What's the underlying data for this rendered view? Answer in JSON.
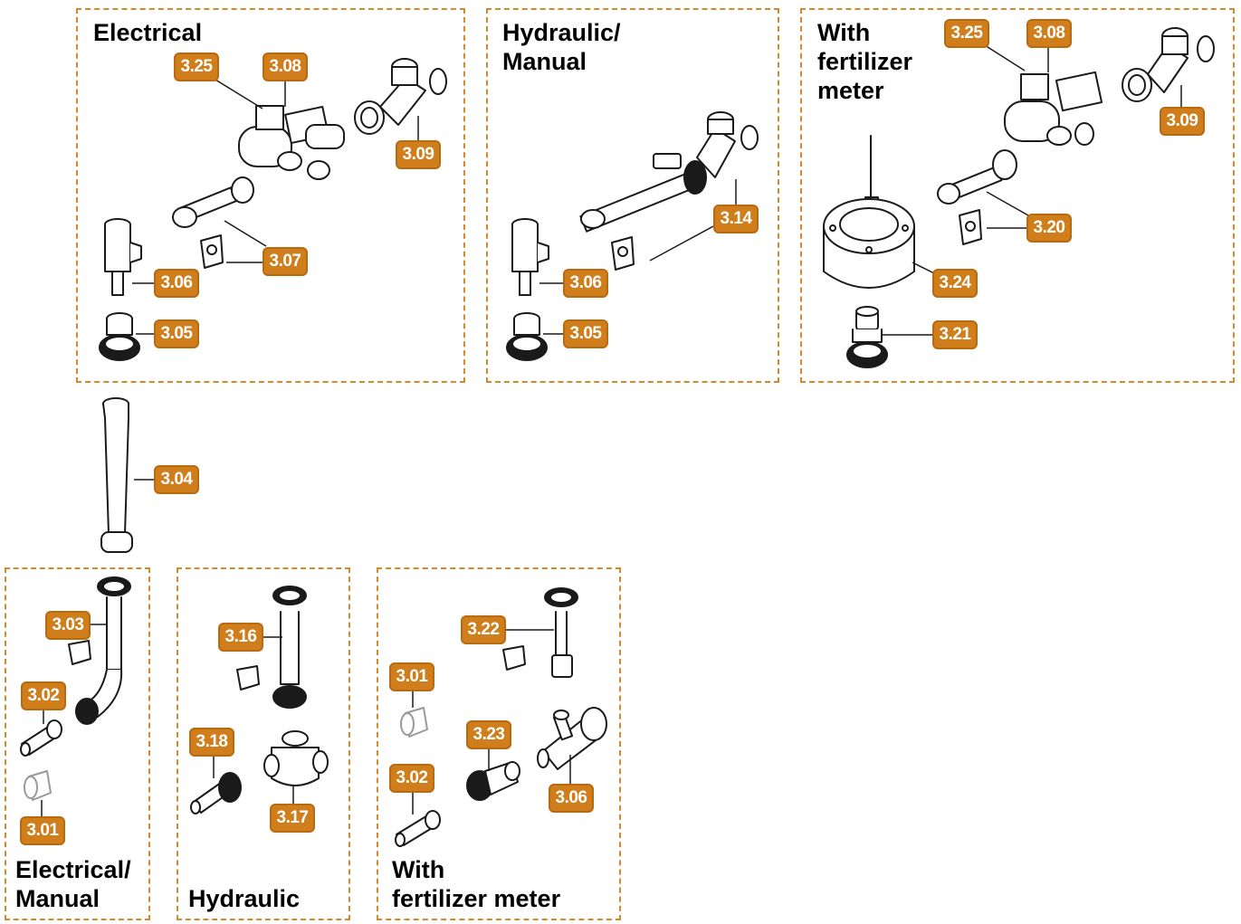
{
  "panels": {
    "electrical": {
      "title": "Electrical"
    },
    "hydraulic_manual": {
      "title": "Hydraulic/\nManual"
    },
    "with_fertilizer_meter_top": {
      "title": "With\nfertilizer\nmeter"
    },
    "electrical_manual": {
      "title": "Electrical/\nManual"
    },
    "hydraulic": {
      "title": "Hydraulic"
    },
    "with_fertilizer_meter_bottom": {
      "title": "With\nfertilizer meter"
    }
  },
  "parts": {
    "electrical": [
      "3.25",
      "3.08",
      "3.09",
      "3.07",
      "3.06",
      "3.05"
    ],
    "hydraulic_manual": [
      "3.14",
      "3.06",
      "3.05"
    ],
    "with_fertilizer_meter_top": [
      "3.25",
      "3.08",
      "3.09",
      "3.20",
      "3.24",
      "3.21"
    ],
    "standalone": [
      "3.04"
    ],
    "electrical_manual": [
      "3.03",
      "3.02",
      "3.01"
    ],
    "hydraulic": [
      "3.16",
      "3.18",
      "3.17"
    ],
    "with_fertilizer_meter_bottom": [
      "3.22",
      "3.01",
      "3.23",
      "3.02",
      "3.06"
    ]
  },
  "colors": {
    "accent": "#d07d1c",
    "dashed_border": "#d4892a",
    "line_art": "#1a1a1a"
  }
}
